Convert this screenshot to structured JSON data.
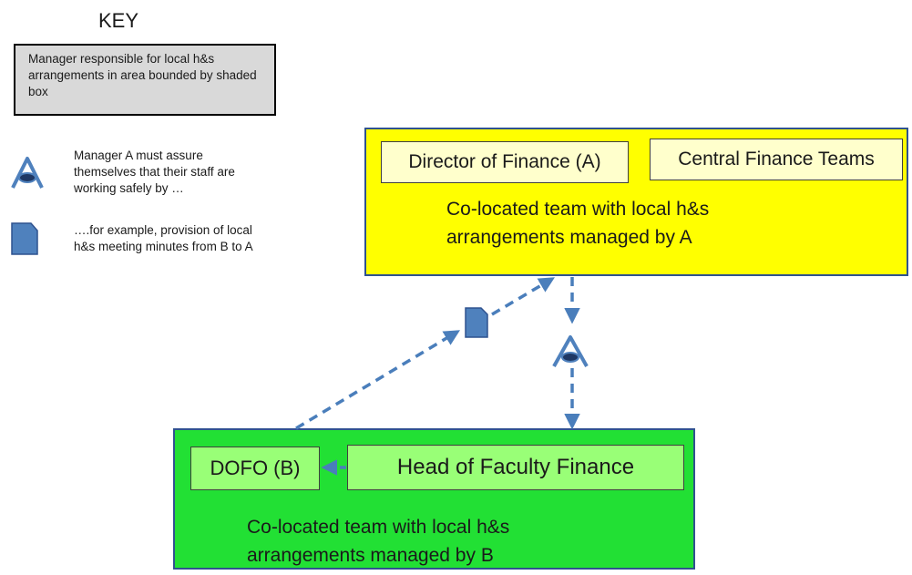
{
  "key": {
    "title": "KEY",
    "shaded_box_text": "Manager responsible for local h&s arrangements in area bounded by shaded box",
    "eye_text": "Manager A must assure themselves that their staff are working safely by …",
    "doc_text": "….for example, provision of local h&s meeting minutes from B to A"
  },
  "region_a": {
    "director": "Director of Finance (A)",
    "teams": "Central Finance Teams",
    "description": "Co-located team with local h&s arrangements managed by A",
    "fill": "#ffff00"
  },
  "region_b": {
    "dofo": "DOFO (B)",
    "head": "Head of Faculty Finance",
    "description": "Co-located team with local h&s arrangements managed by B",
    "fill": "#22e034"
  },
  "colors": {
    "arrow": "#4a7ebb",
    "icon": "#4f81bd",
    "border": "#2f528f"
  },
  "icons": {
    "assurance": "eye-icon",
    "evidence": "document-icon"
  }
}
